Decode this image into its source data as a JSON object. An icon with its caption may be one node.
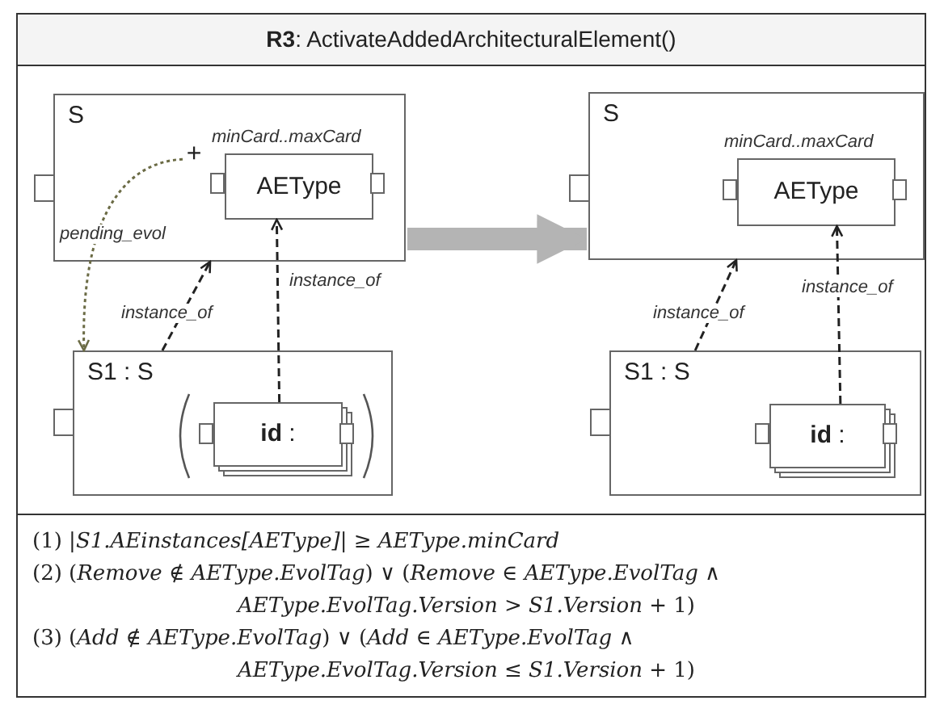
{
  "diagram": {
    "title": "**R3**: ActivateAddedArchitecturalElement()",
    "nodes": [
      {
        "text": [
          "S"
        ]
      },
      {
        "text": [
          "AEType"
        ],
        "in": 0,
        "beside": [
          "minCard..maxCard"
        ]
      },
      {
        "text": [
          "+"
        ],
        "in": 0
      },
      {
        "text": [
          "S1 : S"
        ]
      },
      {
        "text": [
          "**id** :"
        ],
        "in": 3
      },
      {
        "text": [
          "S"
        ]
      },
      {
        "text": [
          "AEType"
        ],
        "in": 5,
        "beside": [
          "minCard..maxCard"
        ]
      },
      {
        "text": [
          "S1 : S"
        ]
      },
      {
        "text": [
          "**id** :"
        ],
        "in": 7
      }
    ],
    "edges": [
      {
        "from": 2,
        "to": 3,
        "arrow": "to",
        "label": "pending_evol",
        "style": "dashed",
        "color": "#6b6b45"
      },
      {
        "from": 3,
        "to": 0,
        "arrow": "to",
        "label": "instance_of",
        "style": "dashed"
      },
      {
        "from": 4,
        "to": 1,
        "arrow": "to",
        "label": "instance_of",
        "style": "dashed"
      },
      {
        "from": 0,
        "to": 5,
        "arrow": "to",
        "style": "thick",
        "color": "#b4b4b4"
      },
      {
        "from": 7,
        "to": 5,
        "arrow": "to",
        "label": "instance_of",
        "style": "dashed"
      },
      {
        "from": 8,
        "to": 6,
        "arrow": "to",
        "label": "instance_of",
        "style": "dashed"
      }
    ],
    "labels": [
      "(1) |*S1.AEinstances[AEType]*| ≥ *AEType.minCard*",
      "(2) (*Remove* ∉ *AEType.EvolTag*) ∨ (*Remove* ∈ *AEType.EvolTag* ∧ *AEType.EvolTag.Version* > *S1.Version* + 1)",
      "(3) (*Add* ∉ *AEType.EvolTag*) ∨ (*Add* ∈ *AEType.EvolTag* ∧ *AEType.EvolTag.Version* ≤ *S1.Version* + 1)"
    ]
  }
}
